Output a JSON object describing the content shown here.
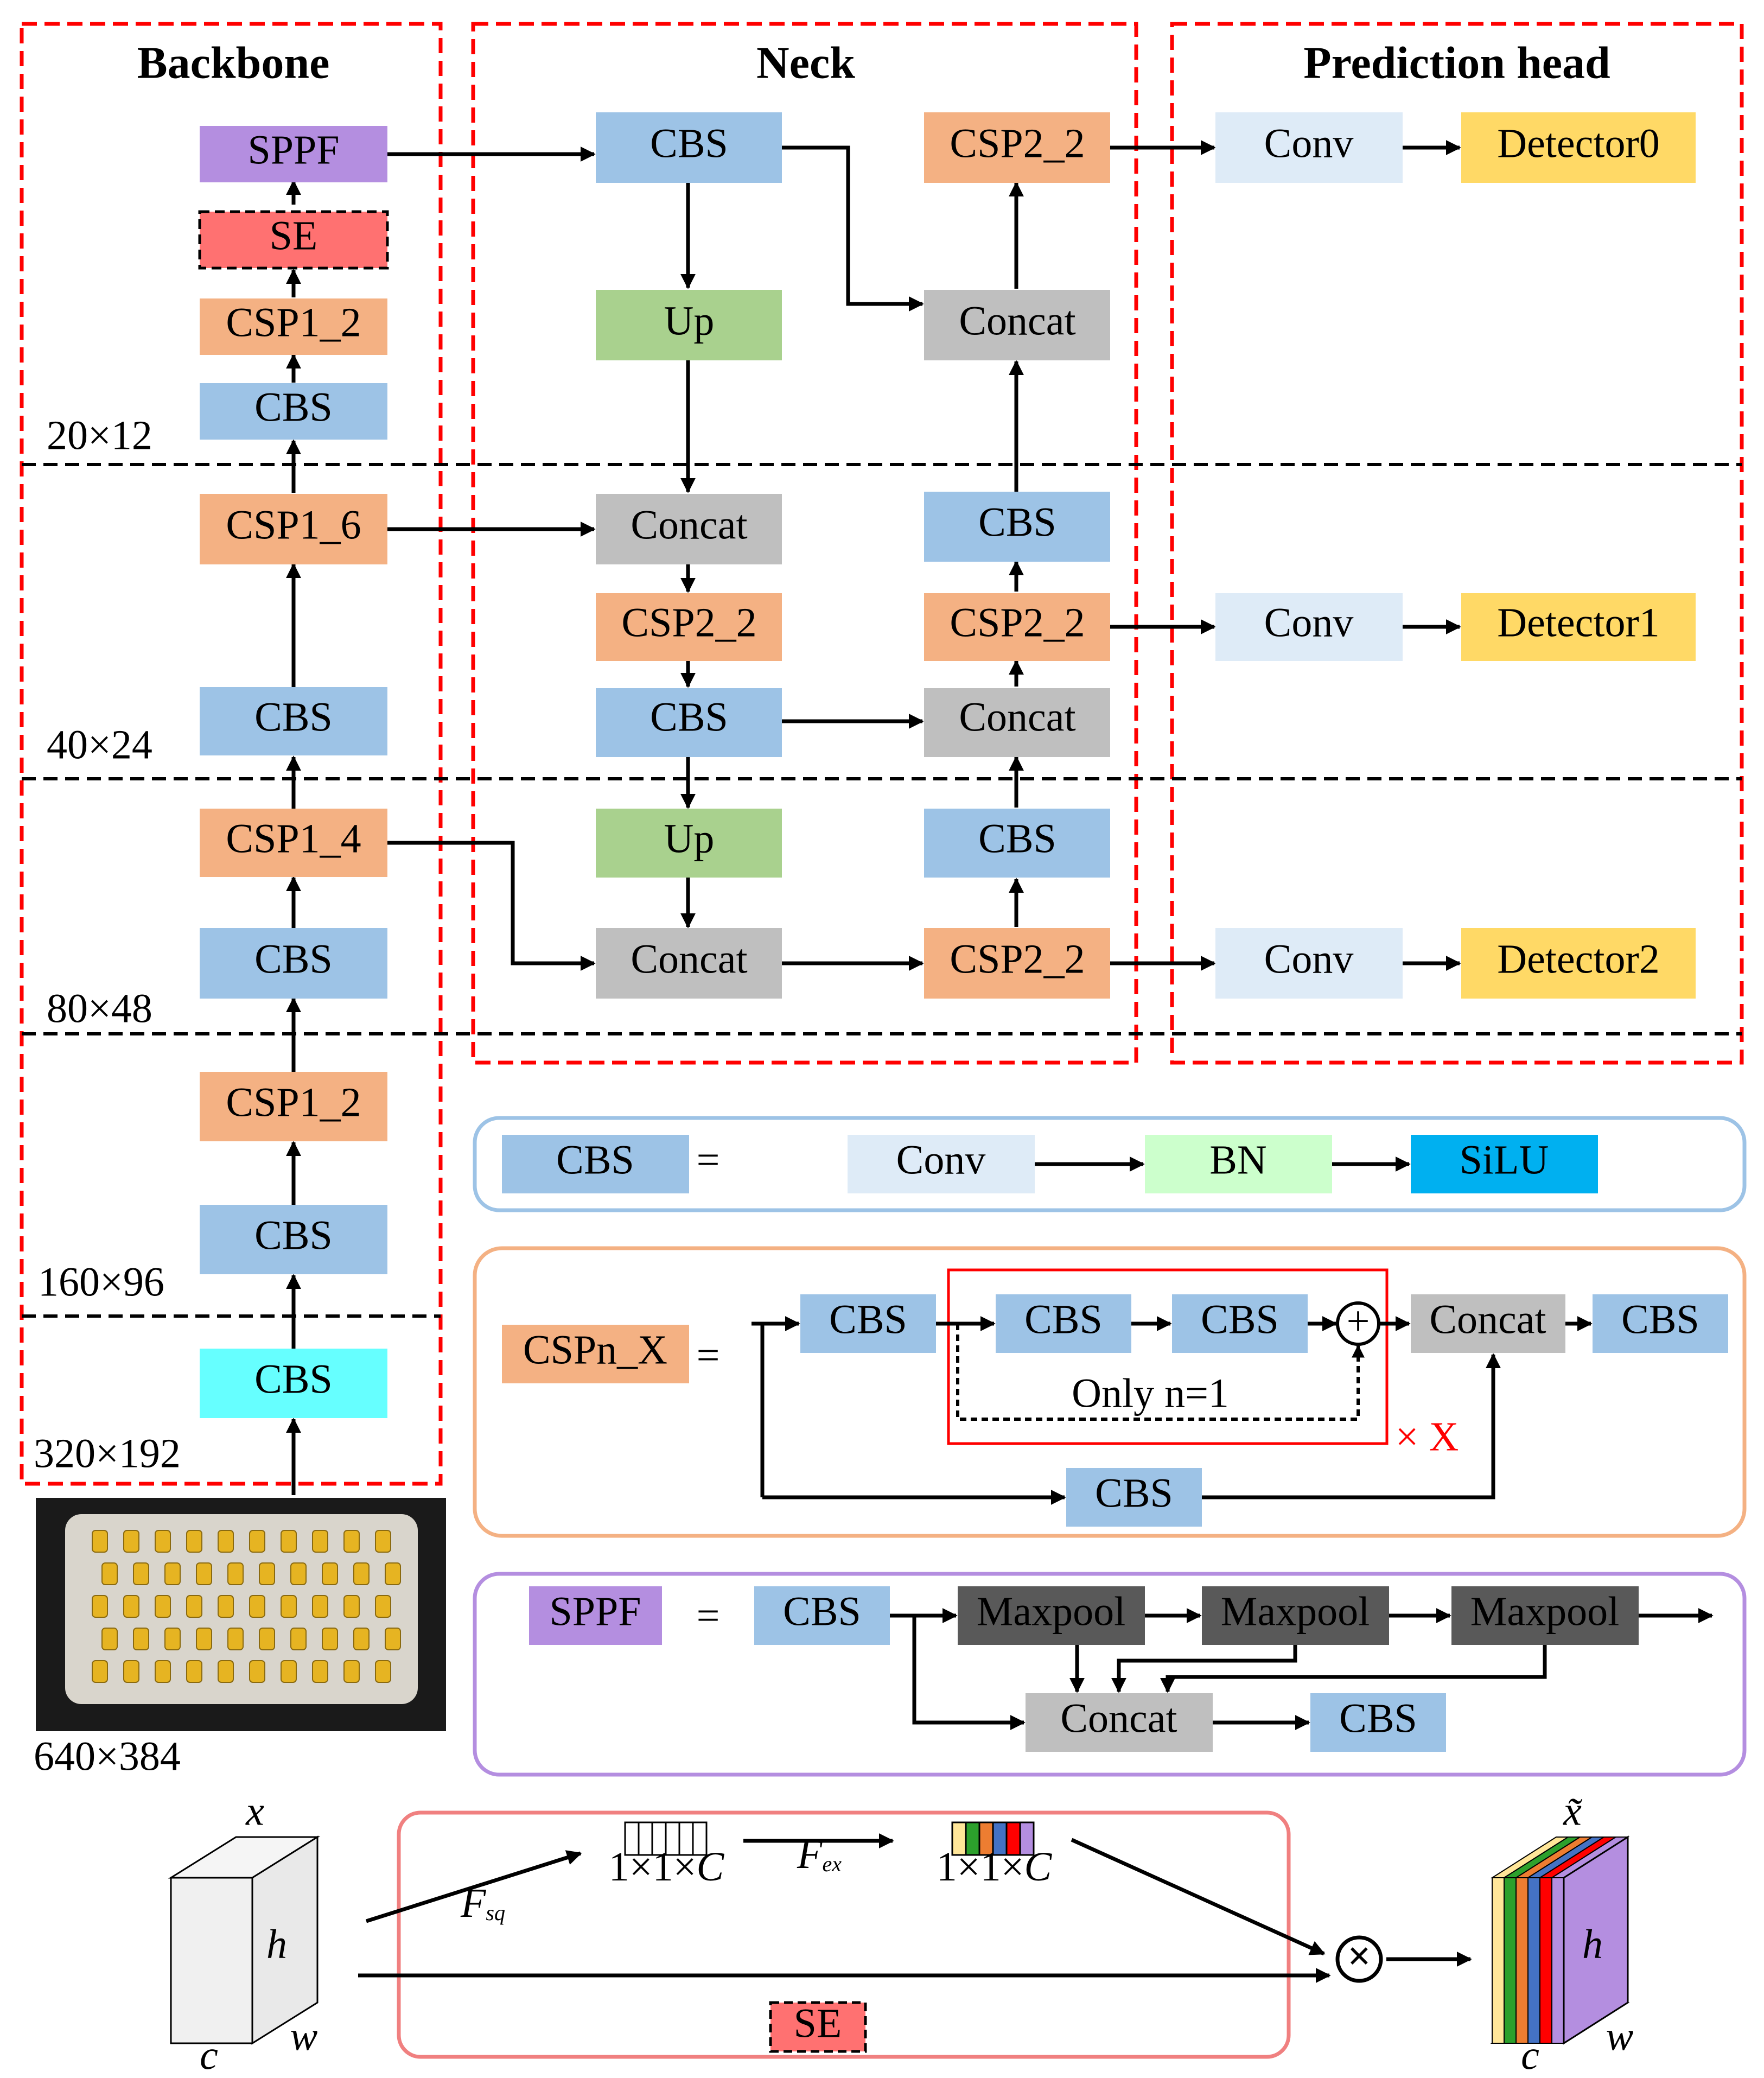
{
  "titles": {
    "backbone": "Backbone",
    "neck": "Neck",
    "head": "Prediction head"
  },
  "backbone": {
    "sppf": "SPPF",
    "se": "SE",
    "csp1_2_top": "CSP1_2",
    "cbs_1": "CBS",
    "csp1_6": "CSP1_6",
    "cbs_2": "CBS",
    "csp1_4": "CSP1_4",
    "cbs_3": "CBS",
    "csp1_2_bottom": "CSP1_2",
    "cbs_4": "CBS",
    "cbs_input": "CBS"
  },
  "scales": [
    "20×12",
    "40×24",
    "80×48",
    "160×96",
    "320×192",
    "640×384"
  ],
  "neck": {
    "cbs_top": "CBS",
    "up_1": "Up",
    "concat_left_1": "Concat",
    "csp2_2_left": "CSP2_2",
    "cbs_left": "CBS",
    "up_2": "Up",
    "concat_left_2": "Concat",
    "csp2_2_top": "CSP2_2",
    "concat_right_1": "Concat",
    "cbs_right_1": "CBS",
    "csp2_2_mid": "CSP2_2",
    "concat_right_2": "Concat",
    "cbs_right_2": "CBS",
    "csp2_2_bottom": "CSP2_2"
  },
  "head": {
    "conv": "Conv",
    "detectors": [
      "Detector0",
      "Detector1",
      "Detector2"
    ]
  },
  "legend_cbs": {
    "name": "CBS",
    "eq": "=",
    "parts": [
      "Conv",
      "BN",
      "SiLU"
    ]
  },
  "legend_csp": {
    "name": "CSPn_X",
    "eq": "=",
    "cbs": "CBS",
    "plus": "+",
    "concat": "Concat",
    "only": "Only n=1",
    "repeat": "× X"
  },
  "legend_sppf": {
    "name": "SPPF",
    "eq": "=",
    "cbs": "CBS",
    "maxpool": "Maxpool",
    "concat": "Concat"
  },
  "se_block": {
    "x": "x",
    "x_tilde": "x̃",
    "h": "h",
    "c": "c",
    "w": "w",
    "f_sq": "F",
    "f_sq_sub": "sq",
    "f_ex": "F",
    "f_ex_sub": "ex",
    "vec_label": "1×1×",
    "vec_c": "C",
    "times": "×",
    "se": "SE"
  },
  "colors": {
    "cbs": "#9dc3e6",
    "csp": "#f4b183",
    "sppf": "#b48ee0",
    "se": "#ff7171",
    "up": "#a9d18e",
    "concat": "#bfbfbf",
    "conv": "#deebf7",
    "detector": "#ffd966",
    "cbs_input": "#66ffff",
    "bn": "#ccffcc",
    "silu": "#00b0f0",
    "maxpool": "#595959",
    "frame_red": "#ff0000",
    "frame_blue": "#9dc3e6",
    "frame_orange": "#f4b183",
    "frame_purple": "#b48ee0",
    "frame_pink": "#f08080"
  },
  "se_colors": [
    "#ffe699",
    "#2ca02c",
    "#ed7d31",
    "#4472c4",
    "#ff0000",
    "#b48ee0"
  ]
}
